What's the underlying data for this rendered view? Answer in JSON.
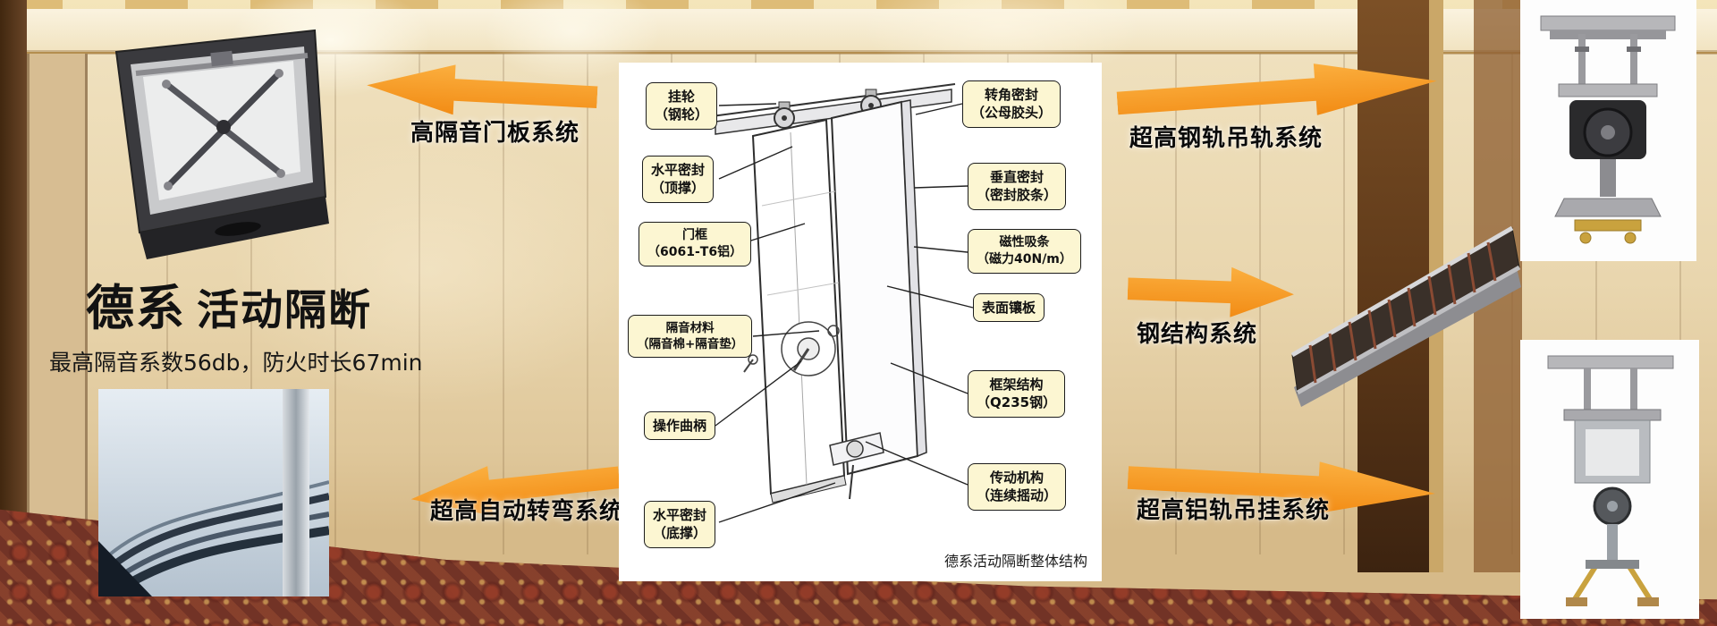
{
  "brand": {
    "title_bold": "德系",
    "title_rest": "活动隔断",
    "subtitle": "最高隔音系数56db，防火时长67min"
  },
  "center_panel": {
    "caption": "德系活动隔断整体结构",
    "left_callouts": [
      {
        "label": "挂轮\n（钢轮）"
      },
      {
        "label": "水平密封\n（顶撑）"
      },
      {
        "label": "门框\n（6061-T6铝）"
      },
      {
        "label": "隔音材料\n（隔音棉+隔音垫）"
      },
      {
        "label": "操作曲柄"
      },
      {
        "label": "水平密封\n（底撑）"
      }
    ],
    "right_callouts": [
      {
        "label": "转角密封\n（公母胶头）"
      },
      {
        "label": "垂直密封\n（密封胶条）"
      },
      {
        "label": "磁性吸条\n（磁力40N/m）"
      },
      {
        "label": "表面镶板"
      },
      {
        "label": "框架结构\n（Q235钢）"
      },
      {
        "label": "传动机构\n（连续摇动）"
      }
    ]
  },
  "system_labels": {
    "door_panel": "高隔音门板系统",
    "auto_turn": "超高自动转弯系统",
    "steel_rail": "超高钢轨吊轨系统",
    "steel_structure": "钢结构系统",
    "alu_rail": "超高铝轨吊挂系统"
  },
  "images": {
    "top_left": "door-panel-mechanism-photo",
    "bottom_left": "curved-track-photo",
    "top_right": "steel-rail-trolley-photo",
    "middle_right": "steel-structure-frame-photo",
    "bottom_right": "aluminum-rail-hanger-photo"
  },
  "colors": {
    "arrow_orange": "#F7941D",
    "callout_yellow": "#FCF6D2",
    "callout_border": "#1C1C1C"
  }
}
